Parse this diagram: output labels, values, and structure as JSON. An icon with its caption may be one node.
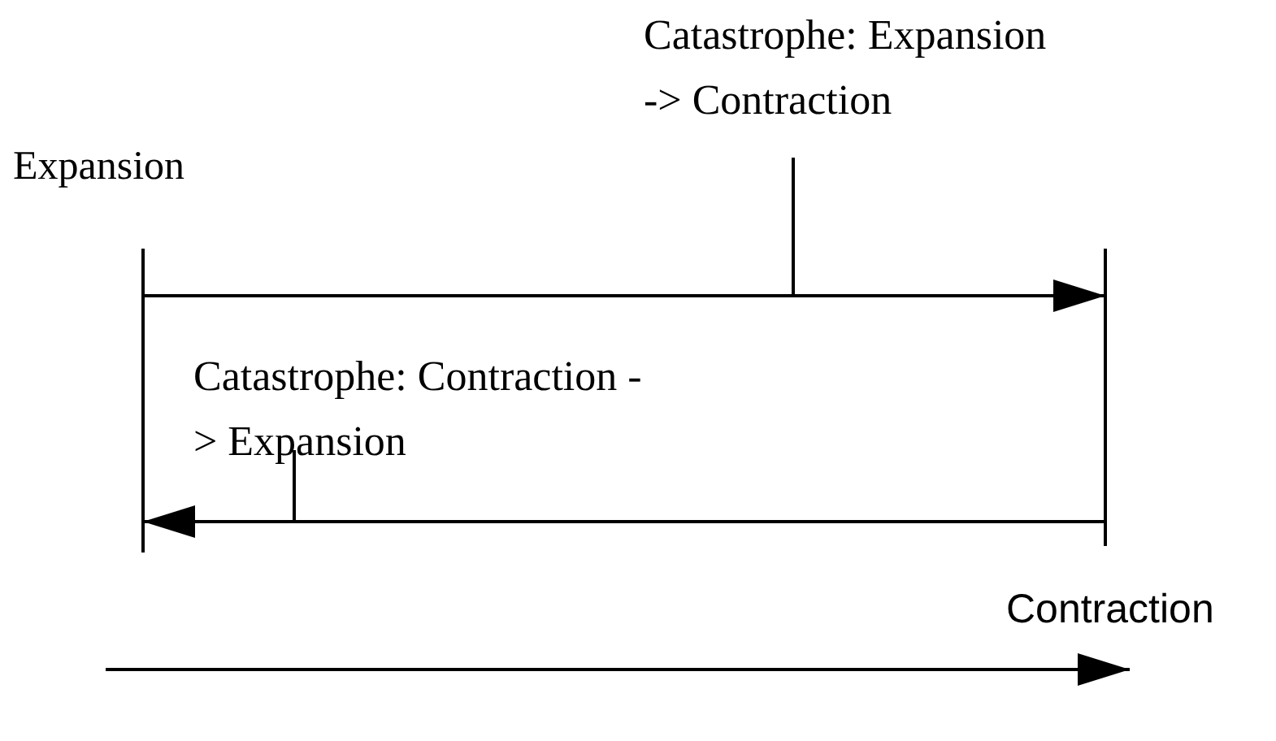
{
  "diagram": {
    "nodes": [
      {
        "text": [
          "Catastrophe: Expansion -> Contraction"
        ]
      },
      {
        "text": [
          "Catastrophe: Contraction -> Expansion"
        ]
      }
    ],
    "edges": [
      {
        "from": 0,
        "to": null,
        "arrow": "none"
      },
      {
        "from": 1,
        "to": null,
        "arrow": "none"
      }
    ],
    "labels": [
      "Expansion",
      "Contraction"
    ]
  }
}
